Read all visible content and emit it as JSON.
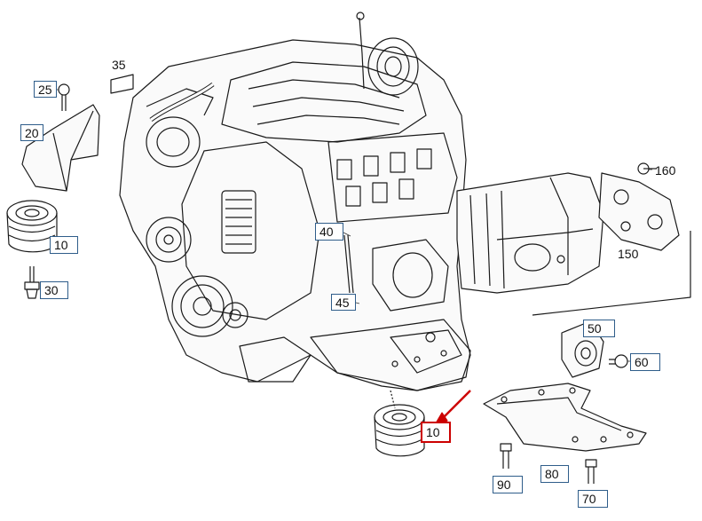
{
  "diagram": {
    "highlight_color": "#cc0000",
    "callout_border_color": "#2f5d8a",
    "callouts": [
      {
        "id": "c35",
        "label": "35"
      },
      {
        "id": "c25",
        "label": "25"
      },
      {
        "id": "c20",
        "label": "20"
      },
      {
        "id": "c10a",
        "label": "10"
      },
      {
        "id": "c30",
        "label": "30"
      },
      {
        "id": "c40",
        "label": "40"
      },
      {
        "id": "c45",
        "label": "45"
      },
      {
        "id": "c160",
        "label": "160"
      },
      {
        "id": "c150",
        "label": "150"
      },
      {
        "id": "c50",
        "label": "50"
      },
      {
        "id": "c60",
        "label": "60"
      },
      {
        "id": "c10b",
        "label": "10"
      },
      {
        "id": "c90",
        "label": "90"
      },
      {
        "id": "c80",
        "label": "80"
      },
      {
        "id": "c70",
        "label": "70"
      }
    ]
  }
}
